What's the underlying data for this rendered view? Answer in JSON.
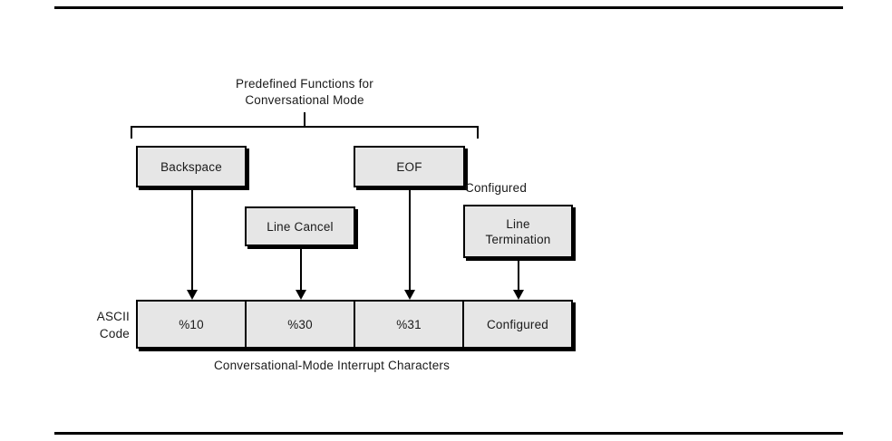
{
  "figure": {
    "heading": "Predefined Functions for\nConversational Mode",
    "caption": "Conversational-Mode Interrupt Characters",
    "row_label": "ASCII\nCode",
    "configured_note": "Configured",
    "colors": {
      "box_fill": "#e6e6e6",
      "box_border": "#000000",
      "shadow": "#000000",
      "text": "#1a1a1a",
      "rule": "#000000",
      "background": "#ffffff"
    },
    "rules": {
      "top": "horizontal-rule",
      "bottom": "horizontal-rule"
    },
    "bracket": {
      "name": "predefined-functions-bracket",
      "spans": [
        "Backspace",
        "Line Cancel",
        "EOF"
      ]
    },
    "function_boxes": [
      {
        "id": "backspace",
        "label": "Backspace",
        "predefined": true
      },
      {
        "id": "line-cancel",
        "label": "Line Cancel",
        "predefined": true
      },
      {
        "id": "eof",
        "label": "EOF",
        "predefined": true
      },
      {
        "id": "line-termination",
        "label": "Line\nTermination",
        "predefined": false
      }
    ],
    "arrows": [
      {
        "from": "backspace",
        "to": "cell-0"
      },
      {
        "from": "line-cancel",
        "to": "cell-1"
      },
      {
        "from": "eof",
        "to": "cell-2"
      },
      {
        "from": "line-termination",
        "to": "cell-3"
      }
    ],
    "ascii_table": {
      "cells": [
        {
          "value": "%10",
          "function": "Backspace"
        },
        {
          "value": "%30",
          "function": "Line Cancel"
        },
        {
          "value": "%31",
          "function": "EOF"
        },
        {
          "value": "Configured",
          "function": "Line Termination"
        }
      ]
    }
  }
}
